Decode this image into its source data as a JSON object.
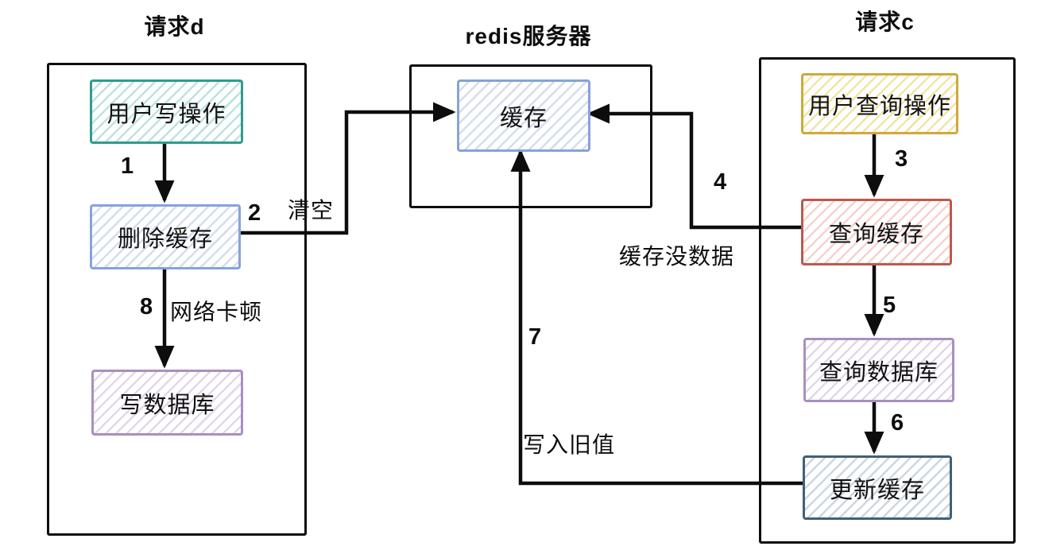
{
  "diagram": {
    "type": "flowchart",
    "background": "#ffffff",
    "groups": [
      {
        "id": "request-d",
        "label": "请求d"
      },
      {
        "id": "redis-server",
        "label": "redis服务器"
      },
      {
        "id": "request-c",
        "label": "请求c"
      }
    ],
    "nodes": [
      {
        "id": "user-write",
        "label": "用户写操作",
        "theme": "teal",
        "group": "request-d"
      },
      {
        "id": "delete-cache",
        "label": "删除缓存",
        "theme": "blue",
        "group": "request-d"
      },
      {
        "id": "write-db",
        "label": "写数据库",
        "theme": "purple",
        "group": "request-d"
      },
      {
        "id": "cache",
        "label": "缓存",
        "theme": "blue",
        "group": "redis-server"
      },
      {
        "id": "user-query",
        "label": "用户查询操作",
        "theme": "yellow",
        "group": "request-c"
      },
      {
        "id": "query-cache",
        "label": "查询缓存",
        "theme": "red",
        "group": "request-c"
      },
      {
        "id": "query-db",
        "label": "查询数据库",
        "theme": "purple",
        "group": "request-c"
      },
      {
        "id": "update-cache",
        "label": "更新缓存",
        "theme": "steel",
        "group": "request-c"
      }
    ],
    "steps": {
      "s1": "1",
      "s2": "2",
      "s3": "3",
      "s4": "4",
      "s5": "5",
      "s6": "6",
      "s7": "7",
      "s8": "8"
    },
    "annotations": {
      "clear": "清空",
      "no_data": "缓存没数据",
      "network_lag": "网络卡顿",
      "write_old": "写入旧值"
    },
    "edges": [
      {
        "step": "1",
        "from": "user-write",
        "to": "delete-cache"
      },
      {
        "step": "2",
        "from": "delete-cache",
        "to": "cache",
        "label": "清空"
      },
      {
        "step": "3",
        "from": "user-query",
        "to": "query-cache"
      },
      {
        "step": "4",
        "from": "query-cache",
        "to": "cache",
        "label": "缓存没数据"
      },
      {
        "step": "5",
        "from": "query-cache",
        "to": "query-db"
      },
      {
        "step": "6",
        "from": "query-db",
        "to": "update-cache"
      },
      {
        "step": "7",
        "from": "update-cache",
        "to": "cache",
        "label": "写入旧值"
      },
      {
        "step": "8",
        "from": "delete-cache",
        "to": "write-db",
        "label": "网络卡顿"
      }
    ],
    "colors": {
      "edge": "#0d0d0d",
      "frame": "#0d0d0d",
      "teal_border": "#2e9c8f",
      "blue_border": "#86a3da",
      "purple_border": "#a98fc1",
      "yellow_border": "#cfa93c",
      "red_border": "#c1564f",
      "steel_border": "#40607a"
    }
  }
}
